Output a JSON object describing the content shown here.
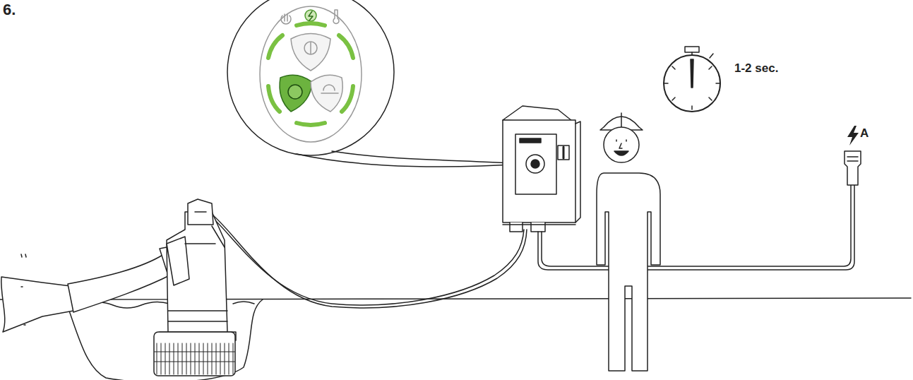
{
  "diagram": {
    "labels": [
      "6.",
      "1-2 sec.",
      "A"
    ]
  }
}
